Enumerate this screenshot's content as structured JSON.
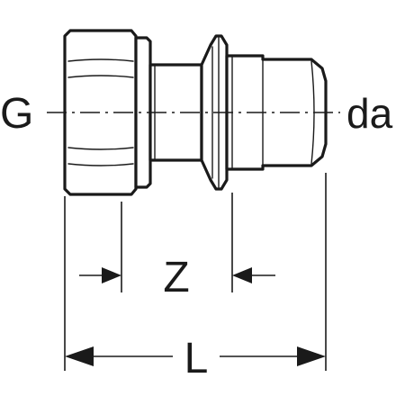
{
  "labels": {
    "left_thread": "G",
    "right_diameter": "da",
    "insertion_length": "Z",
    "total_length": "L"
  },
  "colors": {
    "line": "#1a1a1a",
    "background": "#ffffff"
  }
}
